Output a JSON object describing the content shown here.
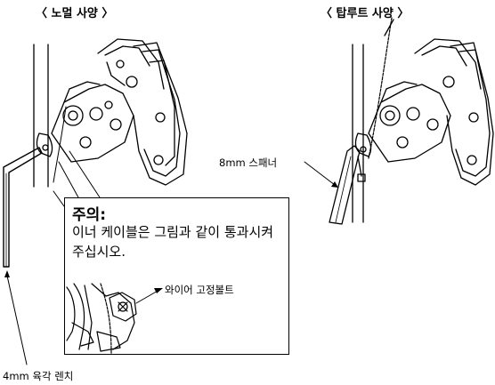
{
  "titles": {
    "normal_spec": "〈 노멀 사양 〉",
    "top_route_spec": "〈 탑루트 사양 〉"
  },
  "labels": {
    "wrench_8mm": "8mm 스패너",
    "hex_wrench_4mm": "4mm 육각 렌치"
  },
  "callout": {
    "heading": "주의:",
    "body": "이너 케이블은 그림과 같이 통과시켜 주십시오.",
    "part_label": "와이어 고정볼트"
  }
}
